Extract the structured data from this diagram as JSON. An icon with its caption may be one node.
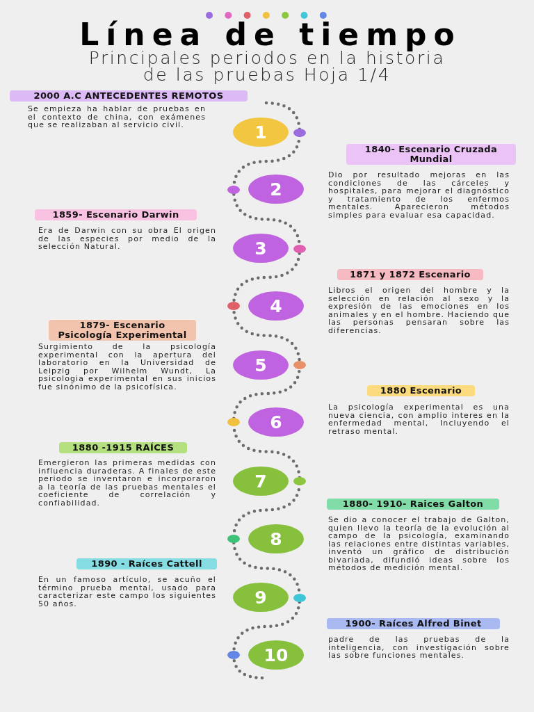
{
  "diagram": {
    "title": "Línea de tiempo",
    "nodes": [
      {
        "text": [
          "2000 A.C ANTECEDENTES REMOTOS"
        ],
        "beside": [
          "Se empieza ha hablar de pruebas en el contexto de china, con exámenes que se realizaban al servicio civil."
        ]
      },
      {
        "text": [
          "1"
        ]
      },
      {
        "text": [
          "1840- Escenario Cruzada Mundial"
        ],
        "beside": [
          "Dio por resultado mejoras en las condiciones de las cárceles y hospitales, para mejorar el diagnóstico y tratamiento de los enfermos mentales. Aparecieron métodos simples para evaluar esa capacidad."
        ]
      },
      {
        "text": [
          "2"
        ]
      },
      {
        "text": [
          "1859- Escenario Darwin"
        ],
        "beside": [
          "Era de Darwin con su obra El origen de las especies por medio de la selección Natural."
        ]
      },
      {
        "text": [
          "3"
        ]
      },
      {
        "text": [
          "1871 y 1872 Escenario"
        ],
        "beside": [
          "Libros el origen del hombre y la selección en relación al sexo y la expresión de las emociones en los animales y en el hombre. Haciendo que las personas pensaran sobre las diferencias."
        ]
      },
      {
        "text": [
          "4"
        ]
      },
      {
        "text": [
          "1879- Escenario Psicología Experimental"
        ],
        "beside": [
          "Surgimiento de la psicología experimental con la apertura del laboratorio en la Universidad de Leipzig por Wilhelm Wundt, La psicologia experimental en sus inicios fue sinónimo de la psicofísica."
        ]
      },
      {
        "text": [
          "5"
        ]
      },
      {
        "text": [
          "1880 Escenario"
        ],
        "beside": [
          "La psicología experimental es una nueva ciencia, con amplio interes en la enfermedad mental, Incluyendo el retraso mental."
        ]
      },
      {
        "text": [
          "6"
        ]
      },
      {
        "text": [
          "1880 -1915 RAÍCES"
        ],
        "beside": [
          "Emergieron las primeras medidas con influencia duraderas. A finales de este periodo se inventaron e incorporaron a la teoría de las pruebas mentales el coeficiente de correlación y confiabilidad."
        ]
      },
      {
        "text": [
          "7"
        ]
      },
      {
        "text": [
          "1880- 1910- Raices Galton"
        ],
        "beside": [
          "Se dio a conocer el trabajo de Galton, quien llevo la teoría de la evolución al campo de la psicología, examinando las relaciones entre distintas variables, inventó un gráfico de distribución bivariada, difundió ideas sobre los métodos de medición mental."
        ]
      },
      {
        "text": [
          "8"
        ]
      },
      {
        "text": [
          "1890 - Raíces Cattell"
        ],
        "beside": [
          "En un famoso artículo, se acuño el término prueba mental, usado para caracterizar este campo los siguientes 50 años."
        ]
      },
      {
        "text": [
          "9"
        ]
      },
      {
        "text": [
          "1900- Raíces Alfred Binet"
        ],
        "beside": [
          "padre de las pruebas de la inteligencia, con investigación sobre las sobre funciones mentales."
        ]
      },
      {
        "text": [
          "10"
        ]
      }
    ],
    "labels": [
      "Principales periodos en la historia de las pruebas Hoja 1/4"
    ]
  }
}
